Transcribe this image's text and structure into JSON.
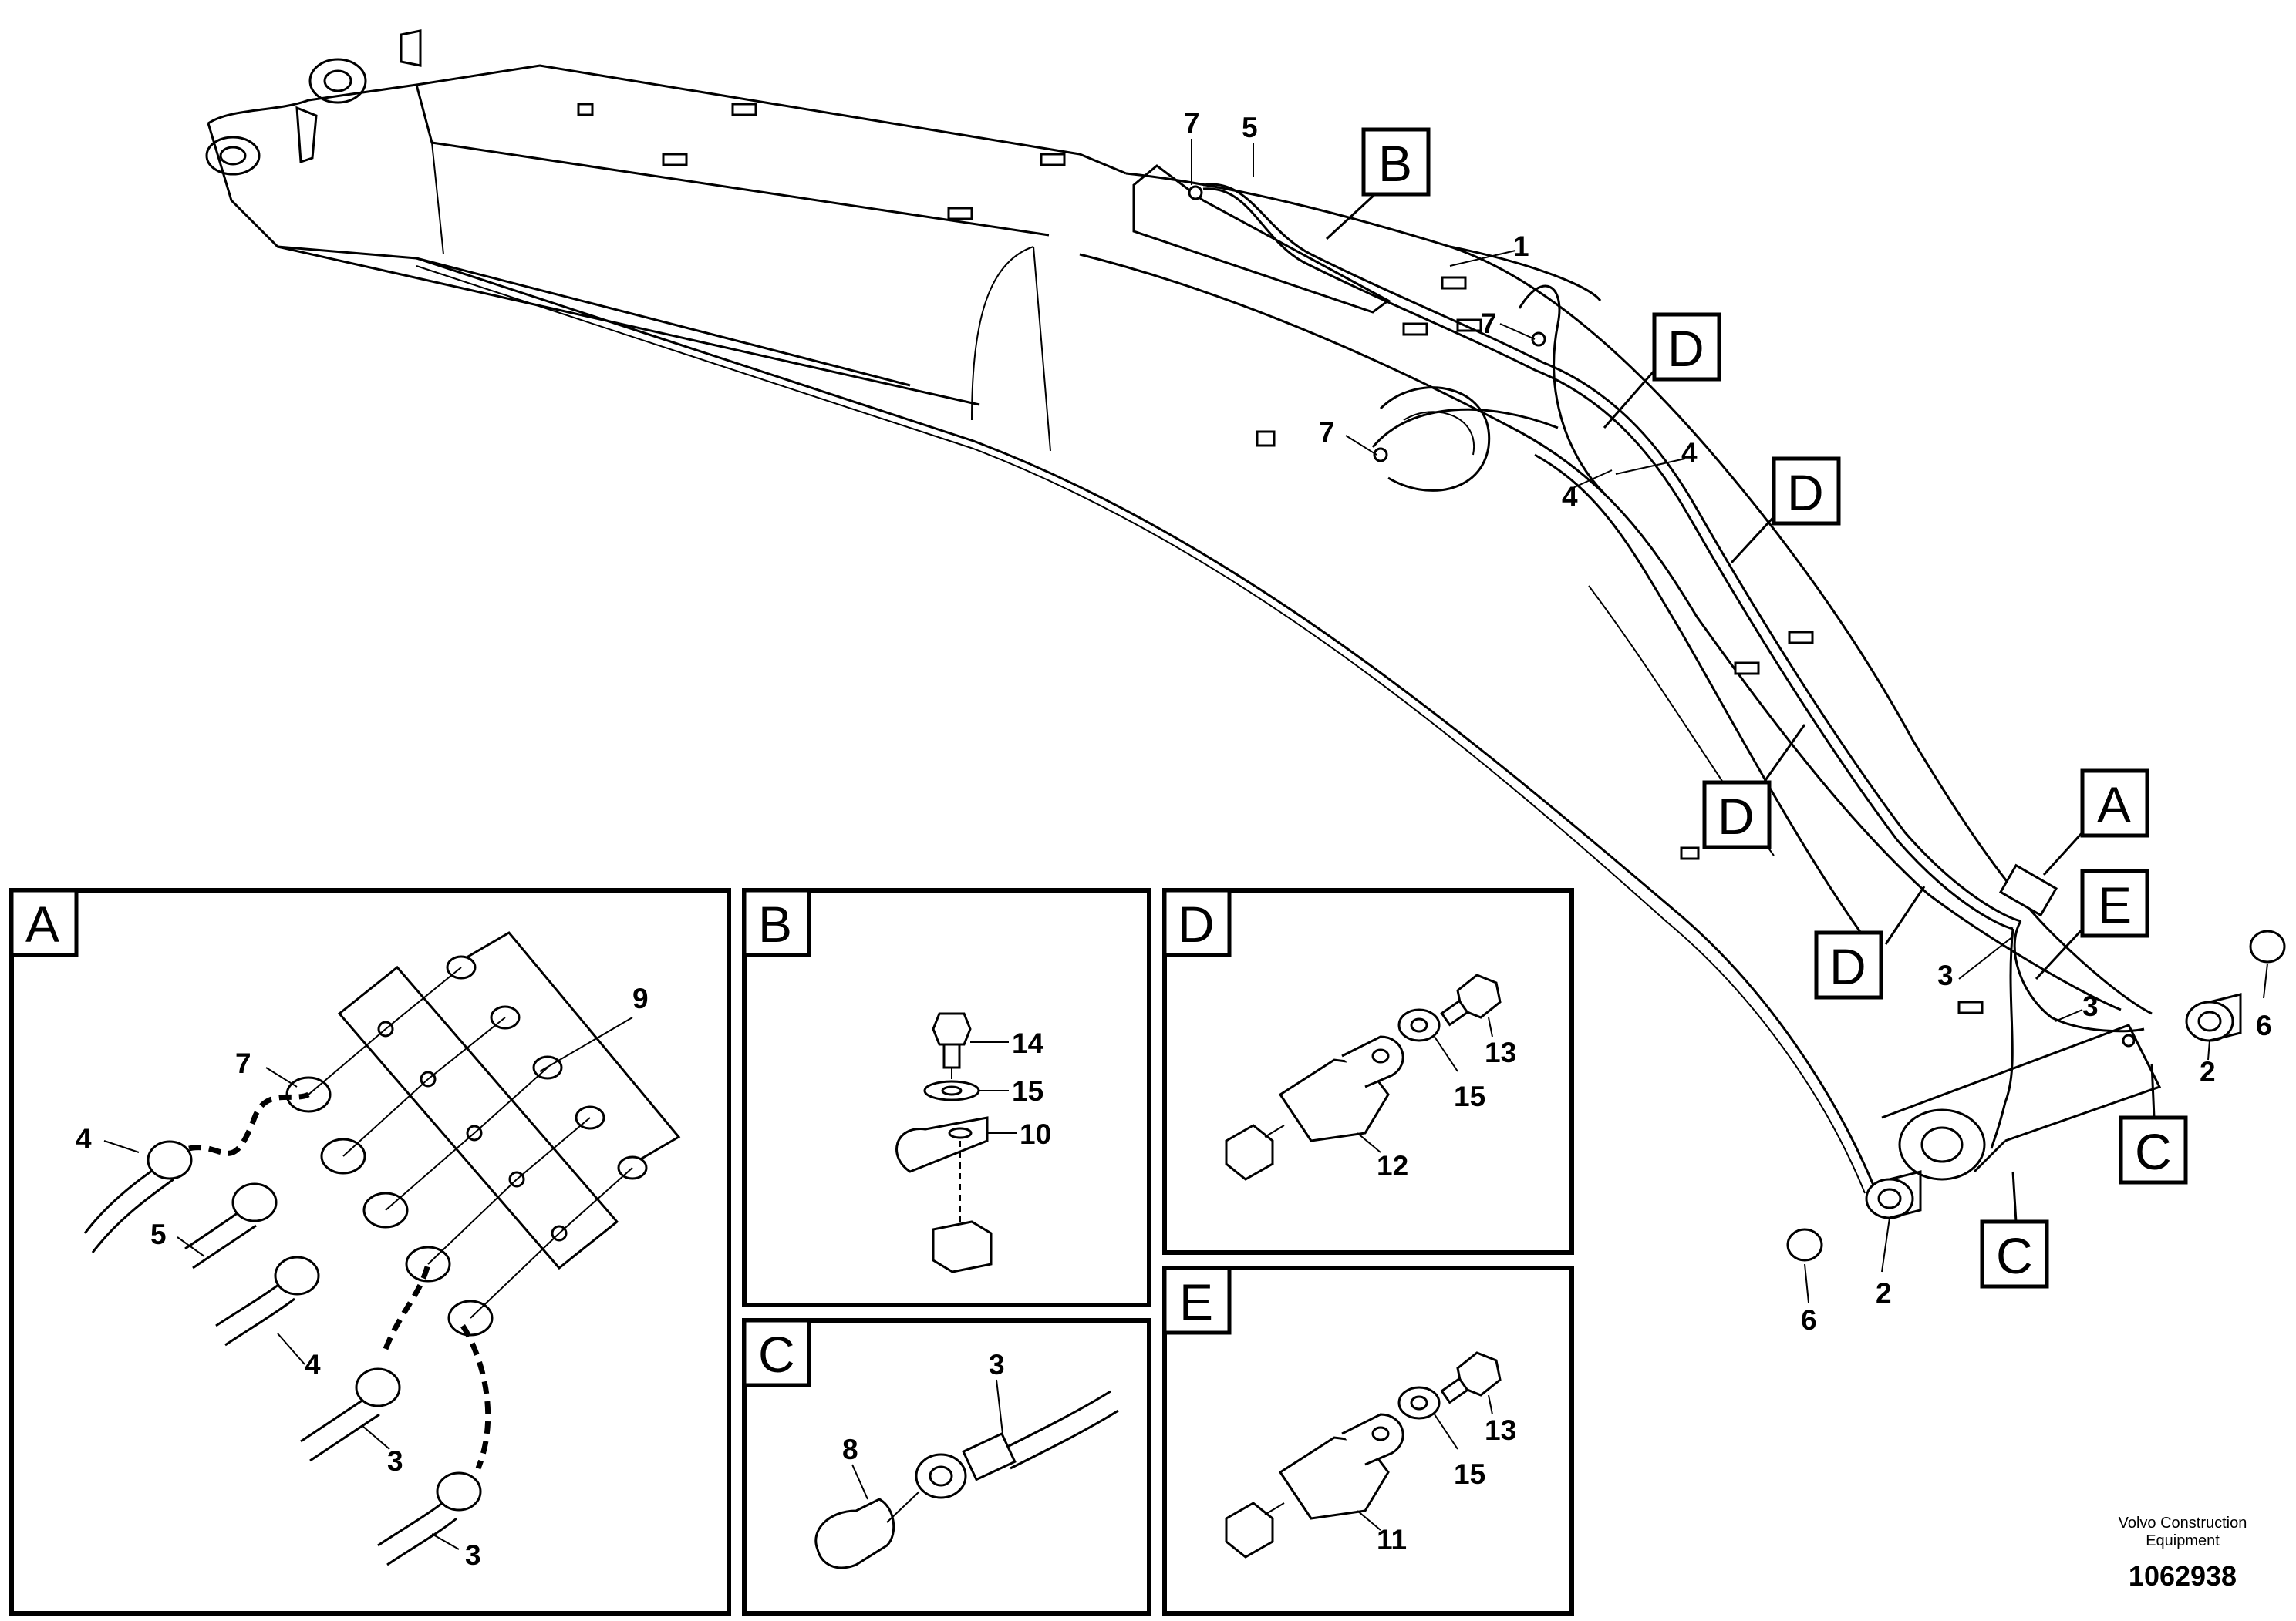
{
  "callouts": {
    "c1": "1",
    "c2a": "2",
    "c2b": "2",
    "c3a": "3",
    "c3b": "3",
    "c4a": "4",
    "c4b": "4",
    "c5": "5",
    "c6a": "6",
    "c6b": "6",
    "c7a": "7",
    "c7b": "7",
    "c7c": "7"
  },
  "tags": {
    "A": "A",
    "B": "B",
    "C1": "C",
    "C2": "C",
    "D1": "D",
    "D2": "D",
    "D3": "D",
    "D4": "D",
    "E": "E"
  },
  "panels": {
    "A": {
      "label": "A",
      "callouts": {
        "n9": "9",
        "n7": "7",
        "n4a": "4",
        "n5": "5",
        "n4b": "4",
        "n3a": "3",
        "n3b": "3"
      }
    },
    "B": {
      "label": "B",
      "callouts": {
        "n14": "14",
        "n15": "15",
        "n10": "10"
      }
    },
    "C": {
      "label": "C",
      "callouts": {
        "n3": "3",
        "n8": "8"
      }
    },
    "D": {
      "label": "D",
      "callouts": {
        "n13": "13",
        "n15": "15",
        "n12": "12"
      }
    },
    "E": {
      "label": "E",
      "callouts": {
        "n13": "13",
        "n15": "15",
        "n11": "11"
      }
    }
  },
  "footer": {
    "credit_line1": "Volvo Construction",
    "credit_line2": "Equipment",
    "doc_number": "1062938"
  }
}
